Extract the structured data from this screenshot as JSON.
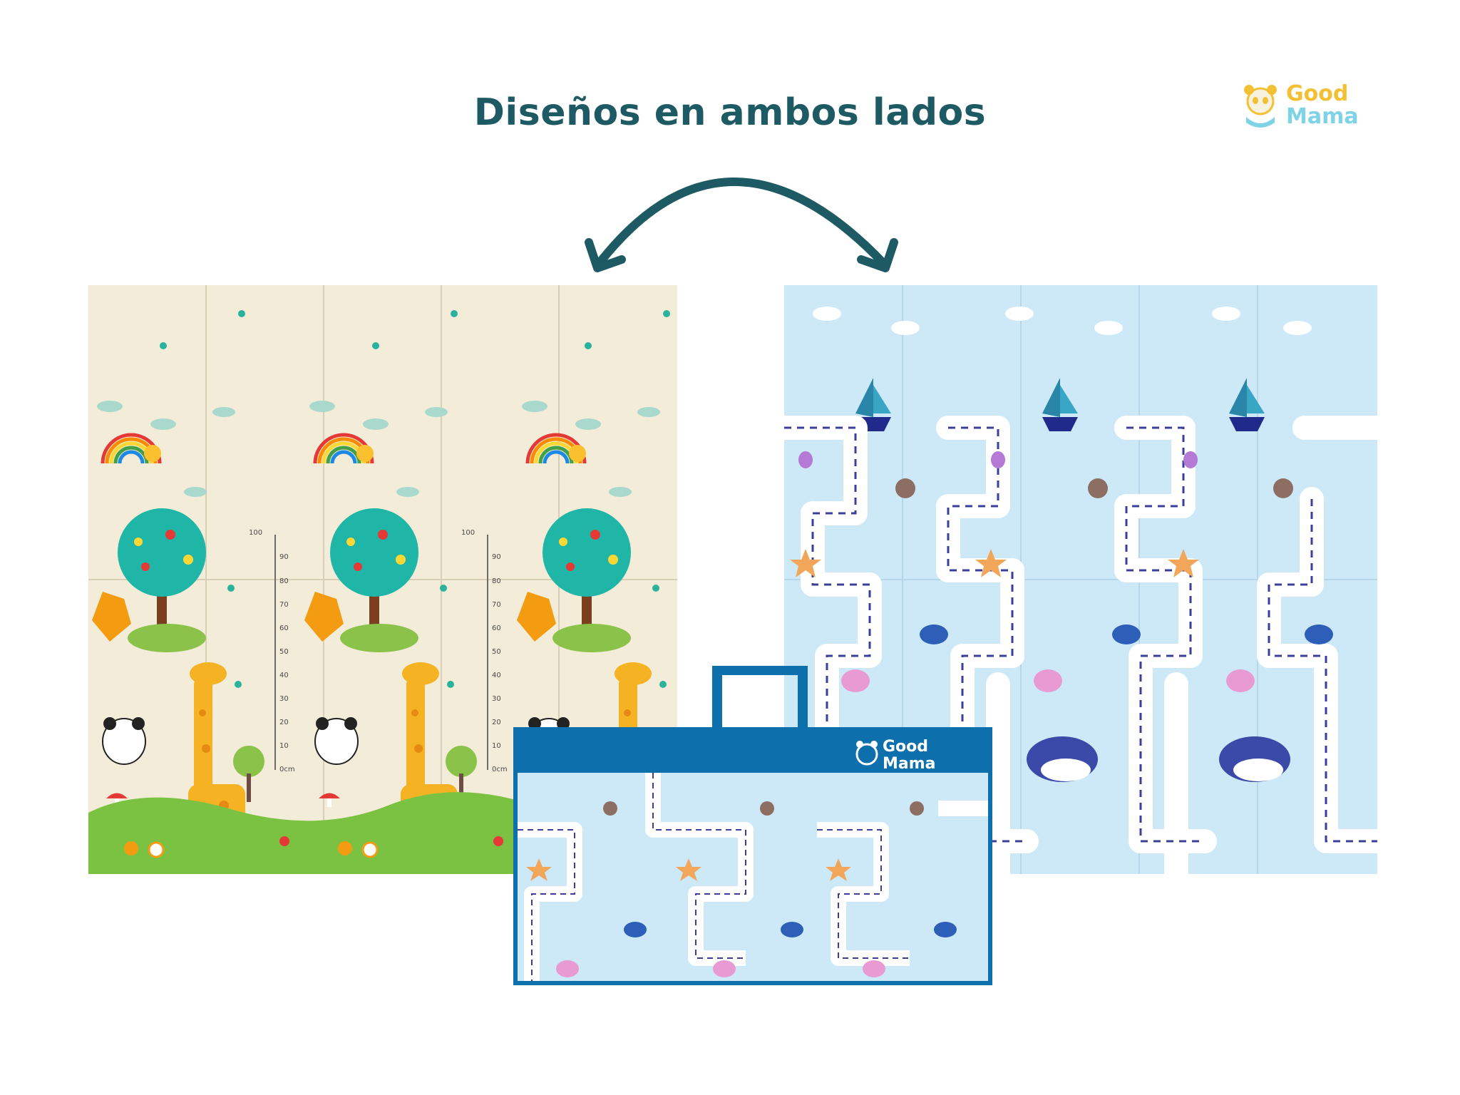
{
  "page": {
    "title": "Diseños en ambos lados"
  },
  "logo": {
    "word1": "Good",
    "word2": "Mama",
    "icon": "panda-icon"
  },
  "arrow": {
    "icon": "double-arrow-icon",
    "color": "#1d5a63"
  },
  "left_mat": {
    "theme": "forest-animals",
    "background": "#f3ecd9",
    "ruler_labels": [
      "100",
      "90",
      "80",
      "70",
      "60",
      "50",
      "40",
      "30",
      "20",
      "10",
      "0cm"
    ]
  },
  "right_mat": {
    "theme": "ocean-roads",
    "background": "#cde9f8"
  },
  "bag": {
    "brand_word1": "Good",
    "brand_word2": "Mama",
    "color": "#0e6fad"
  }
}
